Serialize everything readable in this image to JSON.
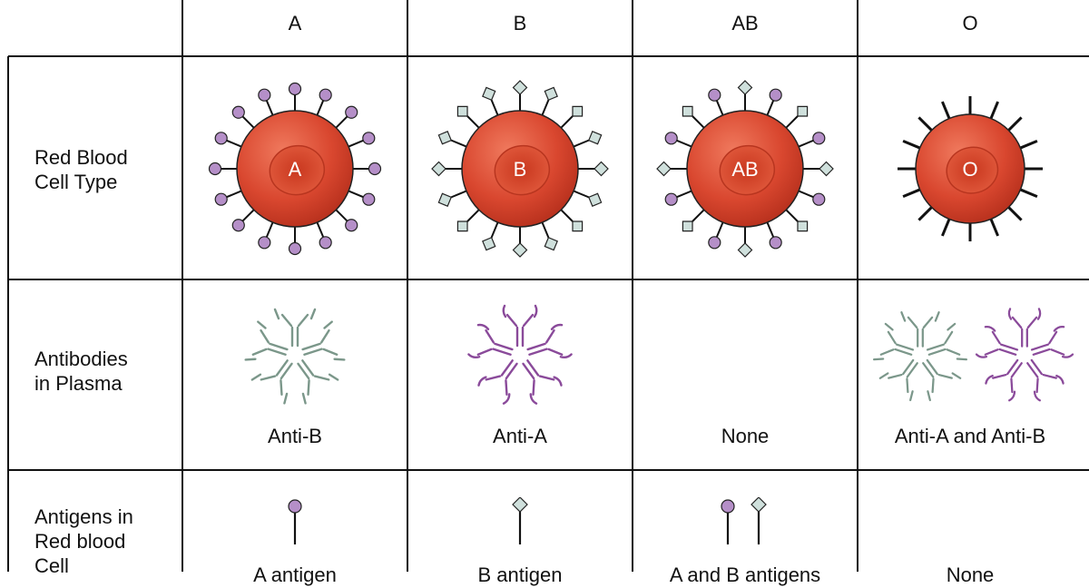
{
  "columns": [
    {
      "key": "a",
      "header": "A",
      "cell_label": "A",
      "antibodies": "Anti-B",
      "antigens": "A antigen"
    },
    {
      "key": "b",
      "header": "B",
      "cell_label": "B",
      "antibodies": "Anti-A",
      "antigens": "B antigen"
    },
    {
      "key": "ab",
      "header": "AB",
      "cell_label": "AB",
      "antibodies": "None",
      "antigens": "A and B antigens"
    },
    {
      "key": "o",
      "header": "O",
      "cell_label": "O",
      "antibodies": "Anti-A and Anti-B",
      "antigens": "None"
    }
  ],
  "rows": {
    "rbc": [
      "Red Blood",
      "Cell Type"
    ],
    "antibodies": [
      "Antibodies",
      "in Plasma"
    ],
    "antigens": [
      "Antigens in",
      "Red blood",
      "Cell"
    ]
  },
  "colors": {
    "cell_fill": "#d9472f",
    "cell_dark": "#b52f1c",
    "antigen_a": "#b58fc8",
    "antigen_b": "#cfe0dc",
    "antibody_anti_b": "#7b978a",
    "antibody_anti_a": "#8a4a9a",
    "grid": "#111111"
  }
}
